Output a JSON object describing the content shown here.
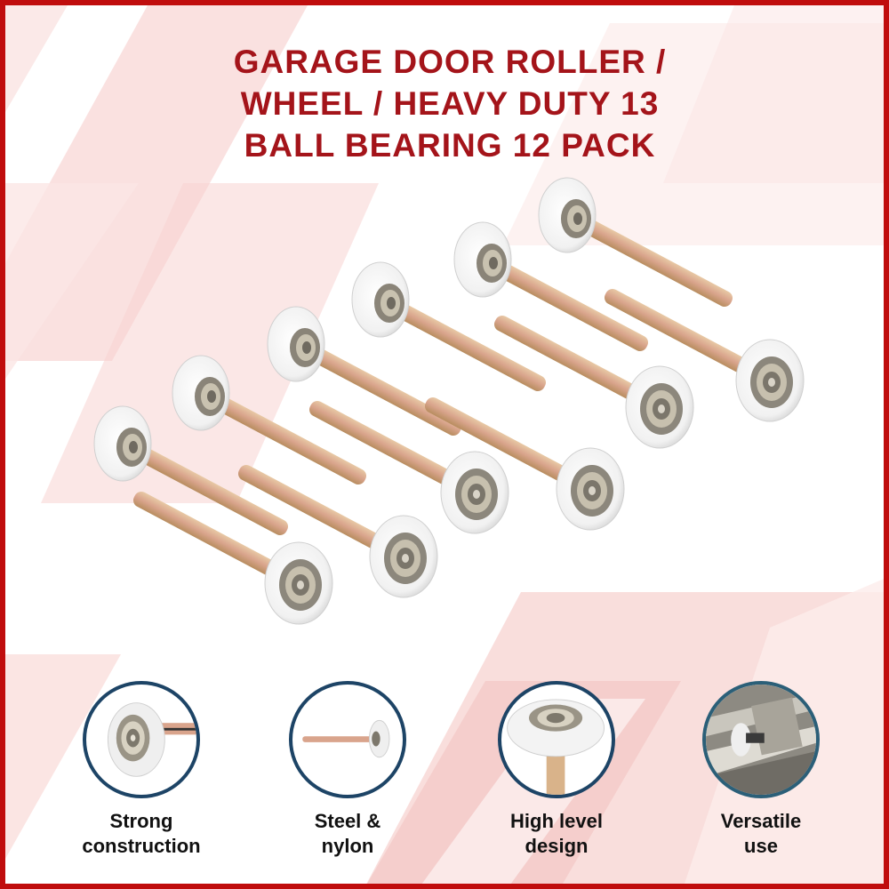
{
  "title": {
    "lines": [
      "GARAGE DOOR ROLLER /",
      "WHEEL / HEAVY DUTY 13",
      "BALL BEARING 12 PACK"
    ],
    "color": "#a4141a"
  },
  "frame": {
    "border_color": "#c00d0d"
  },
  "product": {
    "description": "12 garage door rollers with white nylon wheels and zinc-plated steel stems",
    "count": 12
  },
  "features": [
    {
      "label_line1": "Strong",
      "label_line2": "construction",
      "icon": "roller-wheel-closeup-icon"
    },
    {
      "label_line1": "Steel &",
      "label_line2": "nylon",
      "icon": "roller-side-view-icon"
    },
    {
      "label_line1": "High level",
      "label_line2": "design",
      "icon": "roller-top-view-icon"
    },
    {
      "label_line1": "Versatile",
      "label_line2": "use",
      "icon": "roller-in-track-icon"
    }
  ],
  "colors": {
    "badge_ring": "#1d4466",
    "background_accent": "#f8d8d6",
    "wheel": "#f4f4f4",
    "stem": "#d9a98a"
  }
}
